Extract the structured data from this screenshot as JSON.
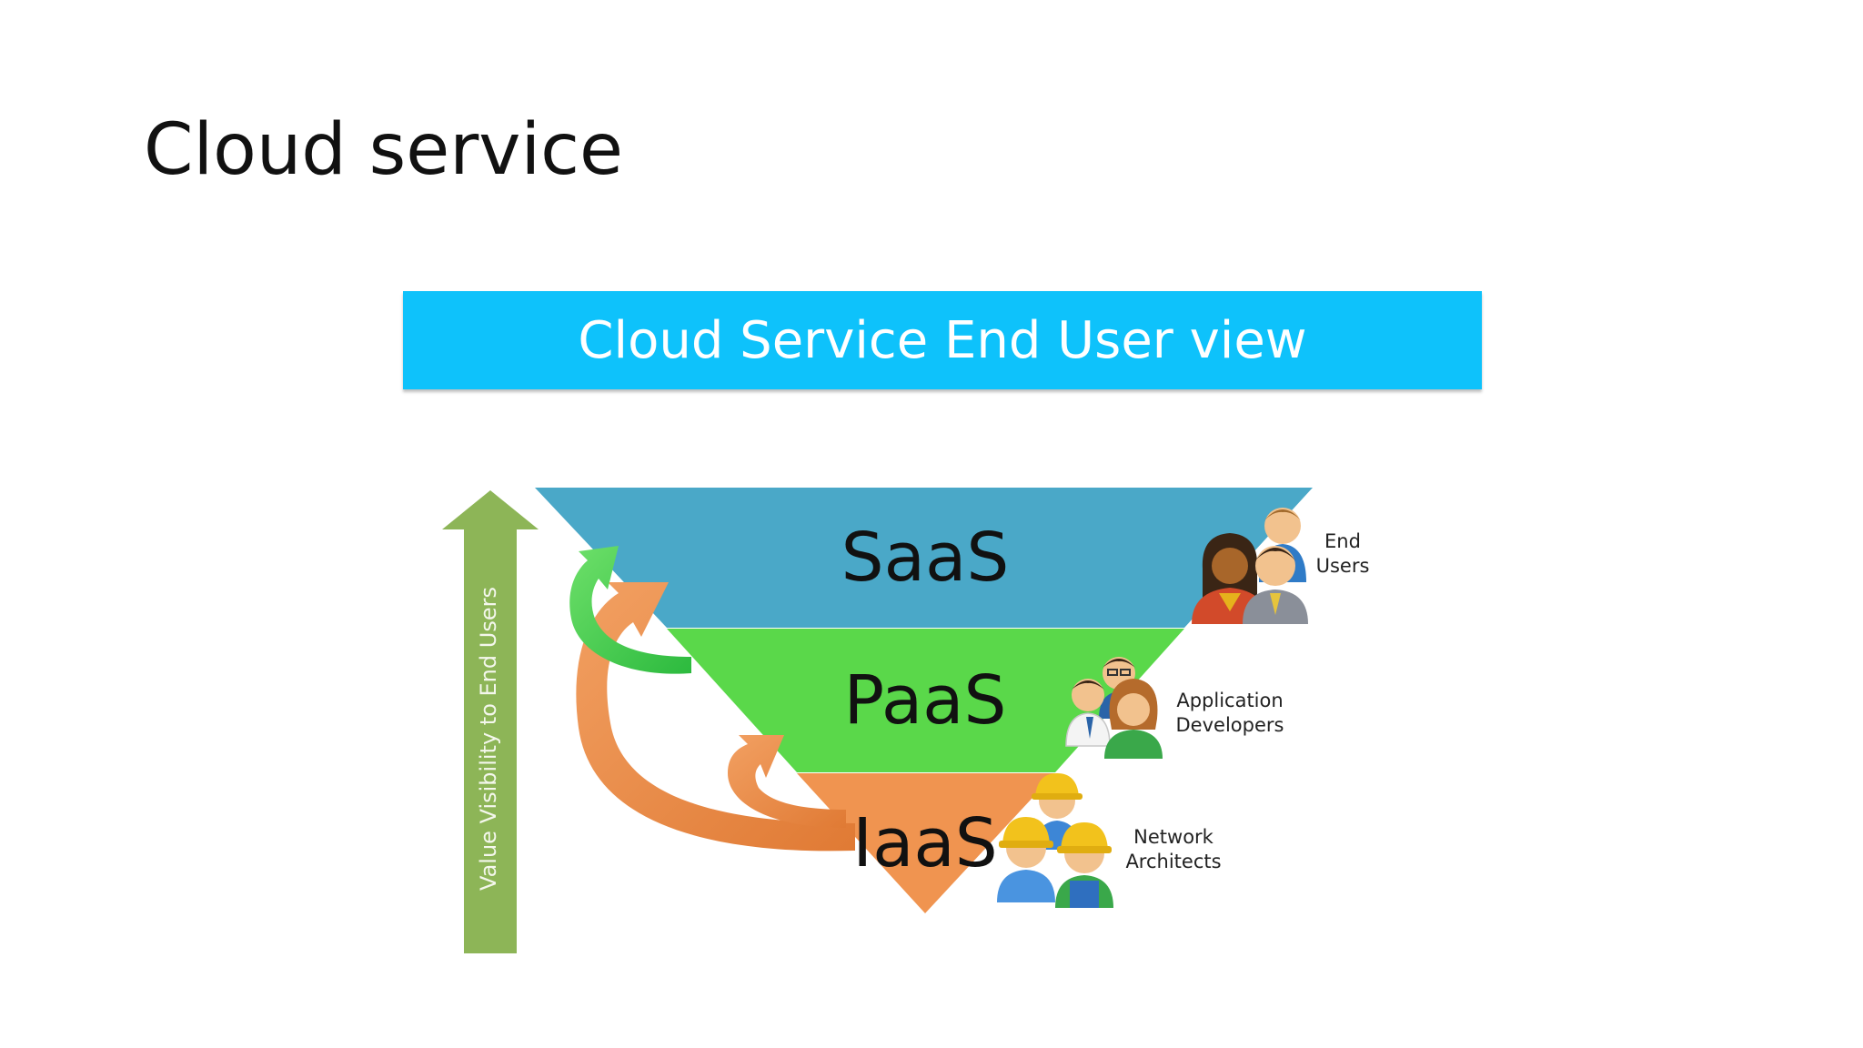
{
  "slide": {
    "title": "Cloud service"
  },
  "header": {
    "title": "Cloud Service End User view"
  },
  "axis": {
    "label": "Value Visibility to End Users"
  },
  "layers": [
    {
      "label": "SaaS",
      "color": "#4aa8c8"
    },
    {
      "label": "PaaS",
      "color": "#5ad84a"
    },
    {
      "label": "IaaS",
      "color": "#f09450"
    }
  ],
  "roles": [
    {
      "line1": "End",
      "line2": "Users",
      "icon": "people-group-icon"
    },
    {
      "line1": "Application",
      "line2": "Developers",
      "icon": "developers-group-icon"
    },
    {
      "line1": "Network",
      "line2": "Architects",
      "icon": "hardhat-workers-icon"
    }
  ],
  "colors": {
    "header": "#0ec2fb",
    "axis_arrow": "#8db557",
    "curved_arrow_green": "#3ec84a",
    "curved_arrow_orange": "#ec8a44"
  }
}
